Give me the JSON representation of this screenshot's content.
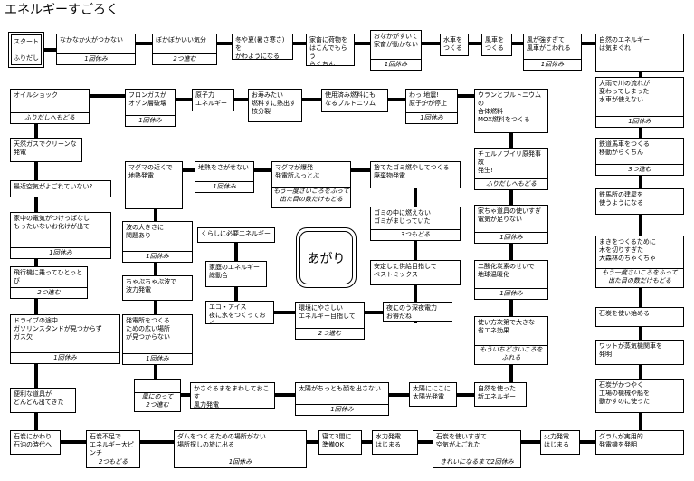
{
  "title": "エネルギーすごろく",
  "start": {
    "line1": "スタート",
    "line2": "ふりだし"
  },
  "goal": {
    "label": "あがり"
  },
  "squares": [
    {
      "id": "s1",
      "text": "なかなか火がつかない",
      "note": "1回休み"
    },
    {
      "id": "s2",
      "text": "ぼかぼかいい気分",
      "note": "2つ進む"
    },
    {
      "id": "s3",
      "text": "冬や夏(暑さ寒さ)を\nかわようになる",
      "note": ""
    },
    {
      "id": "s4",
      "text": "家畜に荷物を\nはこんでもらう\nらくちん",
      "note": ""
    },
    {
      "id": "s5",
      "text": "おなかがすいて\n家畜が動かない",
      "note": "1回休み"
    },
    {
      "id": "s6",
      "text": "水車を\nつくる",
      "note": ""
    },
    {
      "id": "s7",
      "text": "風車を\nつくる",
      "note": ""
    },
    {
      "id": "s8",
      "text": "風が強すぎて\n風車がこわれる",
      "note": "1回休み"
    },
    {
      "id": "s9",
      "text": "自然のエネルギー\nは気まぐれ",
      "note": ""
    },
    {
      "id": "s10",
      "text": "大雨で川の流れが\n変わってしまった\n水車が使えない",
      "note": "1回休み"
    },
    {
      "id": "s11",
      "text": "鉄道馬車をつくる\n移動がらくちん",
      "note": "3つ進む"
    },
    {
      "id": "s12",
      "text": "鉄馬所の建屋を\n使うようになる",
      "note": ""
    },
    {
      "id": "s13",
      "text": "まきをつくるために\n木を切りすぎた\n大森林のちゃくちゃ",
      "note": "もう一度さいころをふって\n出た目の数だけもどる"
    },
    {
      "id": "s14",
      "text": "石炭を使い始める",
      "note": ""
    },
    {
      "id": "s15",
      "text": "ワットが蒸気機関車を\n発明",
      "note": ""
    },
    {
      "id": "s16",
      "text": "石炭がかつやく\n工場の機械や船を\n動かすのに使った",
      "note": ""
    },
    {
      "id": "s17",
      "text": "グラムが実用的\n発電機を発明",
      "note": ""
    },
    {
      "id": "s18",
      "text": "火力発電\nはじまる",
      "note": ""
    },
    {
      "id": "s19",
      "text": "石炭を使いすぎて\n空気がよごれた",
      "note": "きれいになるまで2回休み"
    },
    {
      "id": "s20",
      "text": "水力発電\nはじまる",
      "note": ""
    },
    {
      "id": "s21",
      "text": "寝て3間に\n準備OK",
      "note": ""
    },
    {
      "id": "s22",
      "text": "ダムをつくるための場所がない\n場所探しの旅に出る",
      "note": "1回休み"
    },
    {
      "id": "s23",
      "text": "石炭不足で\nエネルギー大ピンチ",
      "note": "2つもどる"
    },
    {
      "id": "s24",
      "text": "石炭にかわり\n石油の時代へ",
      "note": ""
    },
    {
      "id": "s25",
      "text": "便利な道具が\nどんどん出てきた",
      "note": ""
    },
    {
      "id": "s26",
      "text": "ドライブの途中\nガソリンスタンドが見つからず\nガス欠",
      "note": "1回休み"
    },
    {
      "id": "s27",
      "text": "飛行機に乗ってひとっとび",
      "note": "2つ進む"
    },
    {
      "id": "s28",
      "text": "家中の電気がつけっぱなし\nもったいないお化けが出て",
      "note": "1回休み"
    },
    {
      "id": "s29",
      "text": "最近空気がよごれていない?",
      "note": ""
    },
    {
      "id": "s30",
      "text": "天然ガスでクリーンな\n発電",
      "note": ""
    },
    {
      "id": "s31",
      "text": "オイルショック",
      "note": "ふりだしへもどる"
    },
    {
      "id": "s32",
      "text": "フロンガスが\nオゾン層破壊",
      "note": "1回休み"
    },
    {
      "id": "s33",
      "text": "原子力\nエネルギー",
      "note": ""
    },
    {
      "id": "s34",
      "text": "お寿みたい\n燃料すに熱出す\n核分裂",
      "note": ""
    },
    {
      "id": "s35",
      "text": "使用済み燃料にも\nなるプルトニウム",
      "note": ""
    },
    {
      "id": "s36",
      "text": "わっ 地震!\n原子炉が停止",
      "note": "1回休み"
    },
    {
      "id": "s37",
      "text": "ウランとプルトニウムの\n合体燃料\nMOX燃料をつくる",
      "note": ""
    },
    {
      "id": "s38",
      "text": "チェルノブイリ原発事故\n発生!",
      "note": "ふりだしへもどる"
    },
    {
      "id": "s39",
      "text": "家ちゃ道具の使いすぎ\n電気が足りない",
      "note": "1回休み"
    },
    {
      "id": "s40",
      "text": "二酸化炭素のせいで\n地球温暖化",
      "note": "1回休み"
    },
    {
      "id": "s41",
      "text": "使い方次第で大きな\n省エネ効果",
      "note": "もういちどさいころを\nふれる"
    },
    {
      "id": "s42",
      "text": "自然を使った\n新エネルギー",
      "note": ""
    },
    {
      "id": "s43",
      "text": "太陽ににこに\n太陽光発電",
      "note": ""
    },
    {
      "id": "s44",
      "text": "太陽がちっとも顔を出さない",
      "note": "1回休み"
    },
    {
      "id": "s45",
      "text": "かさぐるまをまわしておこす\n風力発電",
      "note": ""
    },
    {
      "id": "s46",
      "text": "",
      "note": "風にのって\n2つ進む"
    },
    {
      "id": "s47",
      "text": "発電所をつくる\nための広い場所\nが見つからない",
      "note": "1回休み"
    },
    {
      "id": "s48",
      "text": "ちゃぷちゃぷ波で\n波力発電",
      "note": ""
    },
    {
      "id": "s49",
      "text": "波の大きさに\n問題あり",
      "note": "1回休み"
    },
    {
      "id": "s50",
      "text": "マグマの近くで\n地熱発電",
      "note": ""
    },
    {
      "id": "s51",
      "text": "地熱をさがせない",
      "note": "1回休み"
    },
    {
      "id": "s52",
      "text": "マグマが爆発\n発電所ふっとぶ",
      "note": "もう一度さいころをふって\n出た目の数だけもどる"
    },
    {
      "id": "s53",
      "text": "捨てたゴミ燃やしてつくる\n廃棄物発電",
      "note": ""
    },
    {
      "id": "s54",
      "text": "ゴミの中に燃えない\nゴミがまじっていた",
      "note": "3つもどる"
    },
    {
      "id": "s55",
      "text": "安定した供給目指して\nベストミックス",
      "note": ""
    },
    {
      "id": "s56",
      "text": "夜にのう深夜電力\nお得だね",
      "note": ""
    },
    {
      "id": "s57",
      "text": "環境にやさしい\nエネルギー目指して",
      "note": "2つ進む"
    },
    {
      "id": "s58",
      "text": "エコ・アイス\n夜に氷をつくっておく",
      "note": ""
    },
    {
      "id": "s59",
      "text": "家庭のエネルギー\n総動合",
      "note": ""
    },
    {
      "id": "s60",
      "text": "くらしに必要エネルギー",
      "note": ""
    }
  ]
}
